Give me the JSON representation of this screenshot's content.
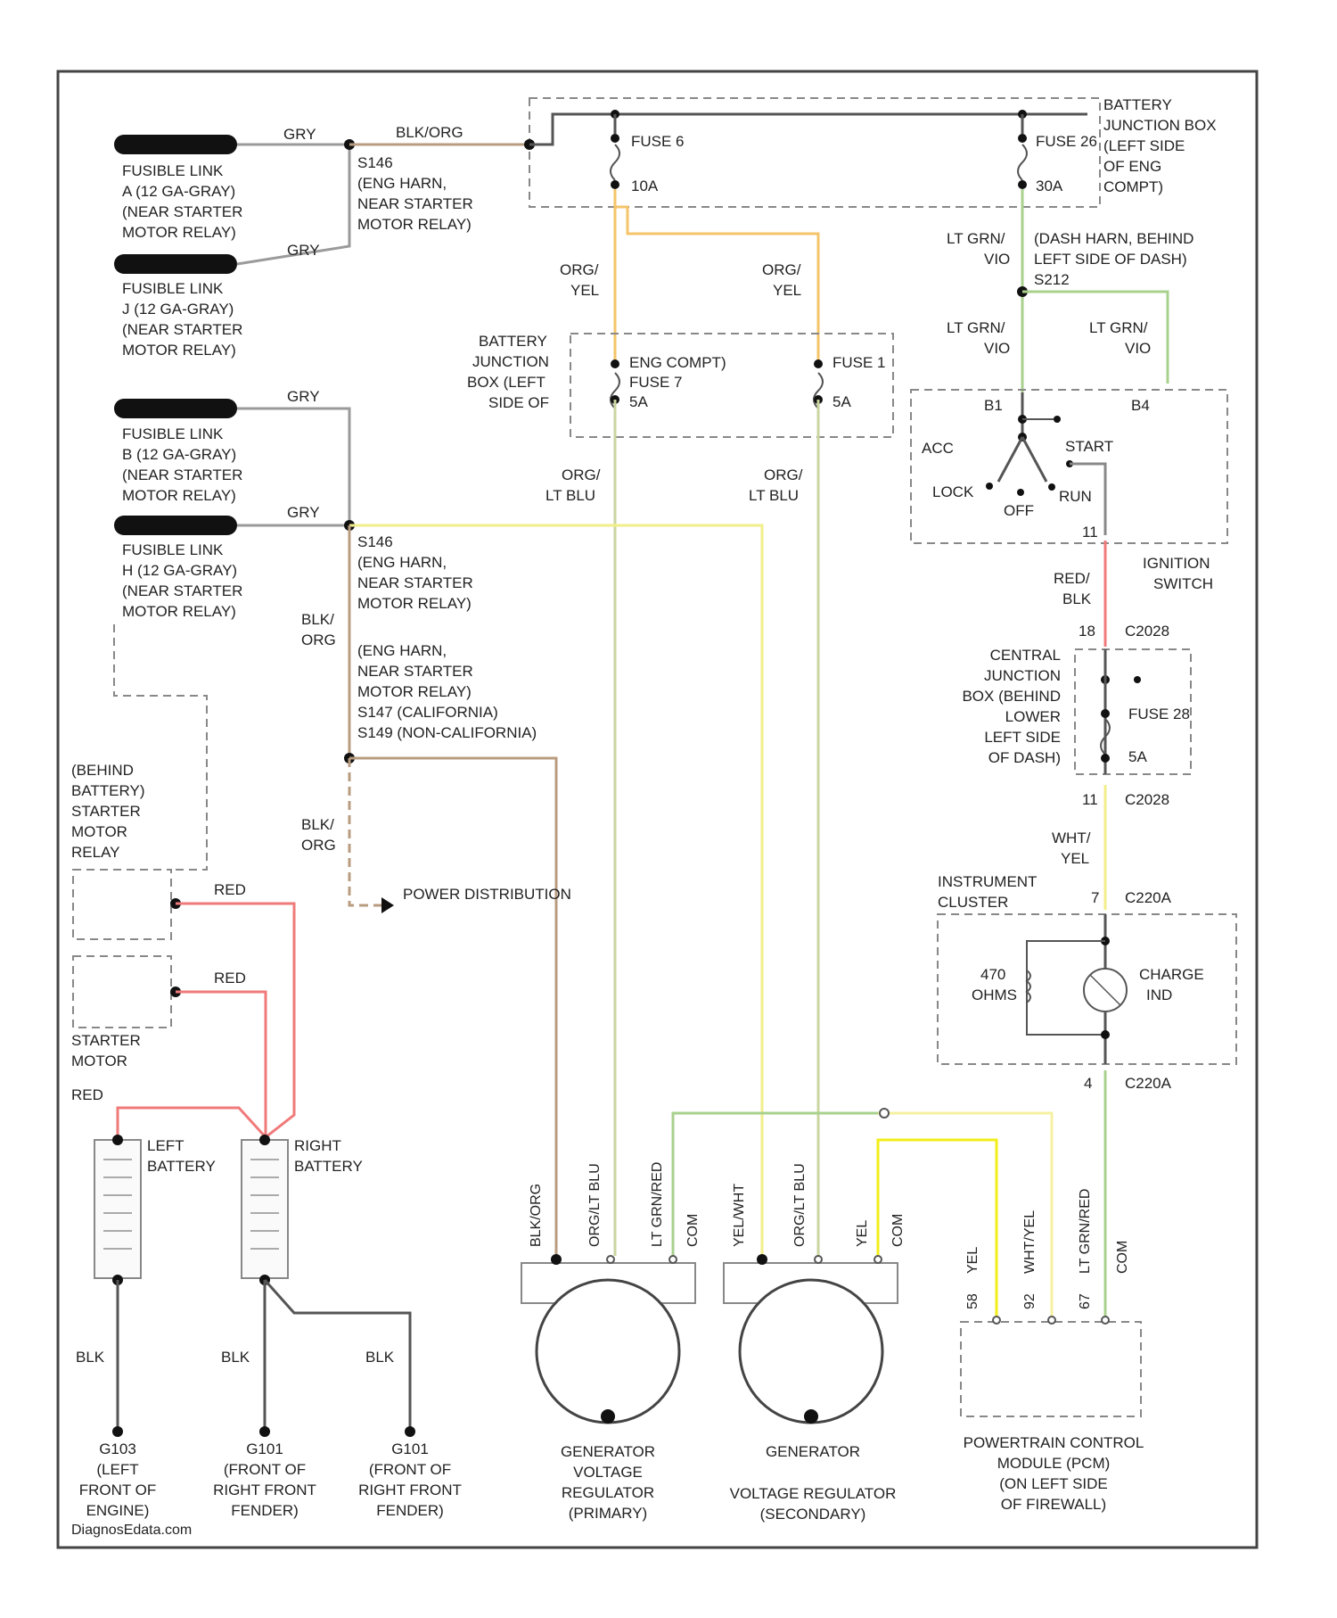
{
  "wires": {
    "gry": "GRY",
    "blk_org": "BLK/ORG",
    "blk_org_stacked": [
      "BLK/",
      "ORG"
    ],
    "org_yel": [
      "ORG/",
      "YEL"
    ],
    "org_ltblu": [
      "ORG/",
      "LT BLU"
    ],
    "lt_grn_vio": [
      "LT GRN/",
      "VIO"
    ],
    "red": "RED",
    "red_blk": [
      "RED/",
      "BLK"
    ],
    "wht_yel": [
      "WHT/",
      "YEL"
    ],
    "blk": "BLK"
  },
  "fusible_links": [
    [
      "FUSIBLE LINK",
      "A (12 GA-GRAY)",
      "(NEAR STARTER",
      "MOTOR RELAY)"
    ],
    [
      "FUSIBLE LINK",
      "J (12 GA-GRAY)",
      "(NEAR STARTER",
      "MOTOR RELAY)"
    ],
    [
      "FUSIBLE LINK",
      "B (12 GA-GRAY)",
      "(NEAR STARTER",
      "MOTOR RELAY)"
    ],
    [
      "FUSIBLE LINK",
      "H (12 GA-GRAY)",
      "(NEAR STARTER",
      "MOTOR RELAY)"
    ]
  ],
  "splices": {
    "s146_top": [
      "S146",
      "(ENG HARN,",
      "NEAR STARTER",
      "MOTOR RELAY)"
    ],
    "s146_mid": [
      "S146",
      "(ENG HARN,",
      "NEAR STARTER",
      "MOTOR RELAY)"
    ],
    "s147": [
      "(ENG HARN,",
      "NEAR STARTER",
      "MOTOR RELAY)",
      "S147 (CALIFORNIA)",
      "S149 (NON-CALIFORNIA)"
    ],
    "s212": [
      "(DASH HARN, BEHIND",
      "LEFT SIDE OF DASH)",
      "S212"
    ]
  },
  "battery_junction_box_top": {
    "label": [
      "BATTERY",
      "JUNCTION BOX",
      "(LEFT SIDE",
      "OF ENG",
      "COMPT)"
    ],
    "fuse6": "FUSE 6",
    "fuse6_amp": "10A",
    "fuse26": "FUSE 26",
    "fuse26_amp": "30A"
  },
  "battery_junction_box_mid": {
    "label": [
      "BATTERY",
      "JUNCTION",
      "BOX (LEFT",
      "SIDE OF"
    ],
    "eng_compt": "ENG COMPT)",
    "fuse7": "FUSE 7",
    "fuse7_amp": "5A",
    "fuse_right": "FUSE 1",
    "fuse_right_amp": "5A"
  },
  "ignition_switch": {
    "label": [
      "IGNITION",
      "SWITCH"
    ],
    "pin_b1": "B1",
    "pin_b4": "B4",
    "pin_11": "11",
    "acc": "ACC",
    "lock": "LOCK",
    "off": "OFF",
    "run": "RUN",
    "start": "START"
  },
  "central_junction_box": {
    "label": [
      "CENTRAL",
      "JUNCTION",
      "BOX (BEHIND",
      "LOWER",
      "LEFT SIDE",
      "OF DASH)"
    ],
    "c_top_pin": "18",
    "c_top": "C2028",
    "fuse": "FUSE 28",
    "fuse_amp": "5A",
    "c_bot_pin": "11",
    "c_bot": "C2028"
  },
  "instrument_cluster": {
    "label": [
      "INSTRUMENT",
      "CLUSTER"
    ],
    "c_top_pin": "7",
    "c_top": "C220A",
    "resistor": [
      "470",
      "OHMS"
    ],
    "lamp": [
      "CHARGE",
      "IND"
    ],
    "c_bot_pin": "4",
    "c_bot": "C220A"
  },
  "starter": {
    "relay_label": [
      "(BEHIND",
      "BATTERY)",
      "STARTER",
      "MOTOR",
      "RELAY"
    ],
    "motor_label": [
      "STARTER",
      "MOTOR"
    ]
  },
  "power_distribution": "POWER DISTRIBUTION",
  "batteries": {
    "left": [
      "LEFT",
      "BATTERY"
    ],
    "right": [
      "RIGHT",
      "BATTERY"
    ]
  },
  "grounds": [
    [
      "G103",
      "(LEFT",
      "FRONT OF",
      "ENGINE)"
    ],
    [
      "G101",
      "(FRONT OF",
      "RIGHT FRONT",
      "FENDER)"
    ],
    [
      "G101",
      "(FRONT OF",
      "RIGHT FRONT",
      "FENDER)"
    ]
  ],
  "gen_primary": {
    "pins": [
      "BLK/ORG",
      "ORG/LT BLU",
      "LT GRN/RED",
      "COM"
    ],
    "label": [
      "GENERATOR",
      "VOLTAGE",
      "REGULATOR",
      "(PRIMARY)"
    ]
  },
  "gen_secondary": {
    "pins": [
      "YEL/WHT",
      "ORG/LT BLU",
      "YEL",
      "COM"
    ],
    "label_top": "GENERATOR",
    "label_bottom": [
      "VOLTAGE REGULATOR",
      "(SECONDARY)"
    ]
  },
  "pcm": {
    "pins": [
      "58",
      "YEL",
      "92",
      "WHT/YEL",
      "67",
      "LT GRN/RED",
      "COM"
    ],
    "label": [
      "POWERTRAIN CONTROL",
      "MODULE (PCM)",
      "(ON LEFT SIDE",
      "OF FIREWALL)"
    ]
  },
  "footer": "DiagnosEdata.com",
  "colors": {
    "gray": "#9a9a9a",
    "tan": "#b89c80",
    "orange": "#f5c46a",
    "green": "#a9d18e",
    "yellow": "#f2ee8a",
    "red": "#f07a7a",
    "black": "#555555"
  }
}
